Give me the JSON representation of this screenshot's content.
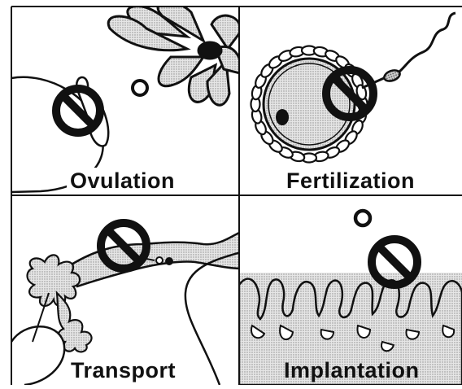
{
  "panels": [
    {
      "id": "ovulation",
      "label": "Ovulation"
    },
    {
      "id": "fertilization",
      "label": "Fertilization"
    },
    {
      "id": "transport",
      "label": "Transport"
    },
    {
      "id": "implantation",
      "label": "Implantation"
    }
  ],
  "colors": {
    "ink": "#111111",
    "paper": "#ffffff",
    "stipple": "#c8c8c8",
    "stipple_dark": "#9a9a9a"
  },
  "icons": [
    "no-symbol-icon"
  ]
}
